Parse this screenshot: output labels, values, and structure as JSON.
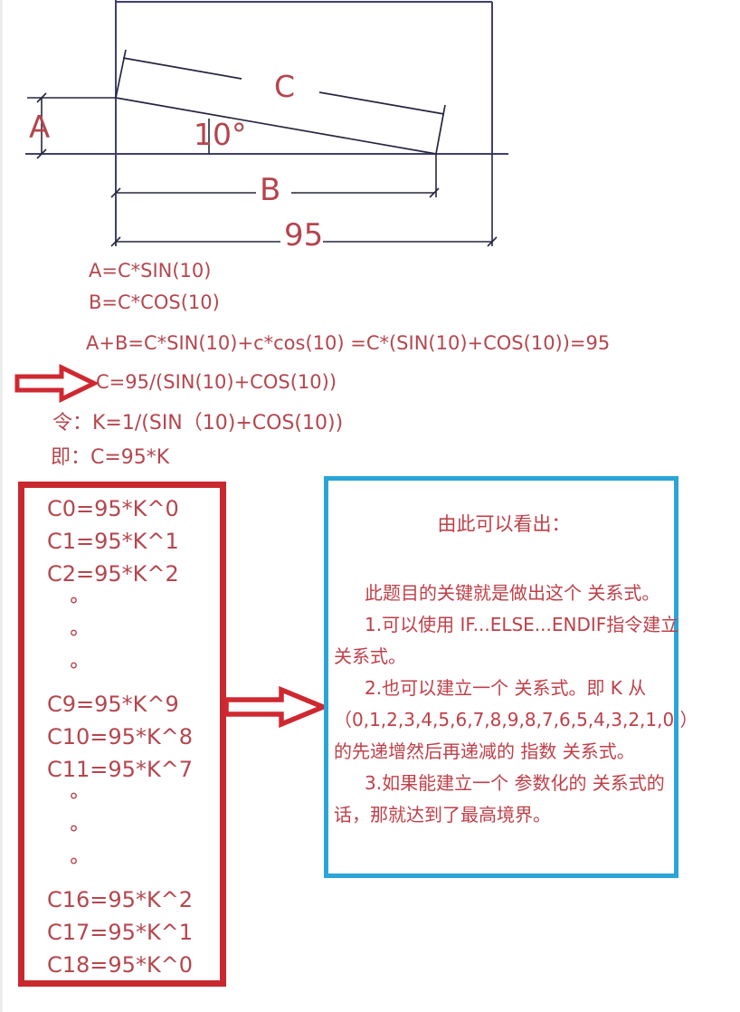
{
  "colors": {
    "formula_red": "#b5464e",
    "arrow_red": "#cf2830",
    "red_box_border": "#c8292f",
    "blue_box_border": "#2aa5d6",
    "drawing_line_navy": "#40406e",
    "drawing_line_dark": "#26263f"
  },
  "diagram": {
    "label_a": "A",
    "label_c": "C",
    "angle_label": "10°",
    "label_b": "B",
    "total_length": "95"
  },
  "formulas": {
    "line1": "A=C*SIN(10)",
    "line2": "B=C*COS(10)",
    "line3": "A+B=C*SIN(10)+c*cos(10) =C*(SIN(10)+COS(10))=95",
    "line4": "C=95/(SIN(10)+COS(10))",
    "line5": "令：K=1/(SIN（10)+COS(10))",
    "line6": "即：C=95*K"
  },
  "red_box": {
    "lines": [
      "C0=95*K^0",
      "C1=95*K^1",
      "C2=95*K^2",
      "°",
      "°",
      "°",
      "C9=95*K^9",
      "C10=95*K^8",
      "C11=95*K^7",
      "°",
      "°",
      "°",
      "C16=95*K^2",
      "C17=95*K^1",
      "C18=95*K^0"
    ]
  },
  "blue_box": {
    "heading": "由此可以看出：",
    "lines": [
      "此题目的关键就是做出这个 关系式。",
      "1.可以使用 IF...ELSE...ENDIF指令建立",
      "关系式。",
      "2.也可以建立一个 关系式。即 K 从",
      "（0,1,2,3,4,5,6,7,8,9,8,7,6,5,4,3,2,1,0 ）",
      "的先递增然后再递减的 指数 关系式。",
      "3.如果能建立一个 参数化的 关系式的",
      "话，那就达到了最高境界。"
    ]
  }
}
